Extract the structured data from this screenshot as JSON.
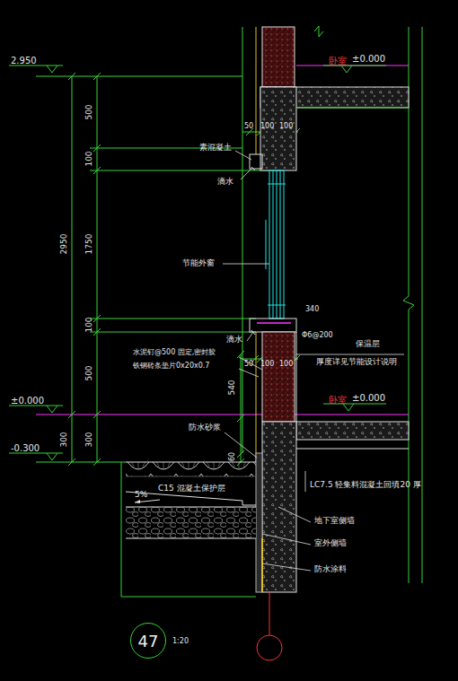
{
  "diagram": {
    "nodes": [
      {
        "text": [
          "47"
        ]
      }
    ],
    "labels": [
      "2.950",
      "卧室",
      "±0.000",
      "500",
      "100",
      "1750",
      "100",
      "500",
      "2950",
      "50",
      "100",
      "100",
      "素混凝土",
      "滴水",
      "节能外窗",
      "340",
      "Φ6@200",
      "滴水",
      "50",
      "100",
      "100",
      "水泥钉@500  固定,密封胶",
      "铁钢砖条垫片0x20x0.7",
      "保温层",
      "厚度详见节能设计说明",
      "540",
      "卧室",
      "±0.000",
      "±0.000",
      "-0.300",
      "300",
      "300",
      "60",
      "防水砂浆",
      "5%",
      "C15  混凝土保护层",
      "LC7.5  轻集料混凝土回填20 厚",
      "地下室侧墙",
      "室外侧墙",
      "防水涂料",
      "1:20"
    ]
  }
}
